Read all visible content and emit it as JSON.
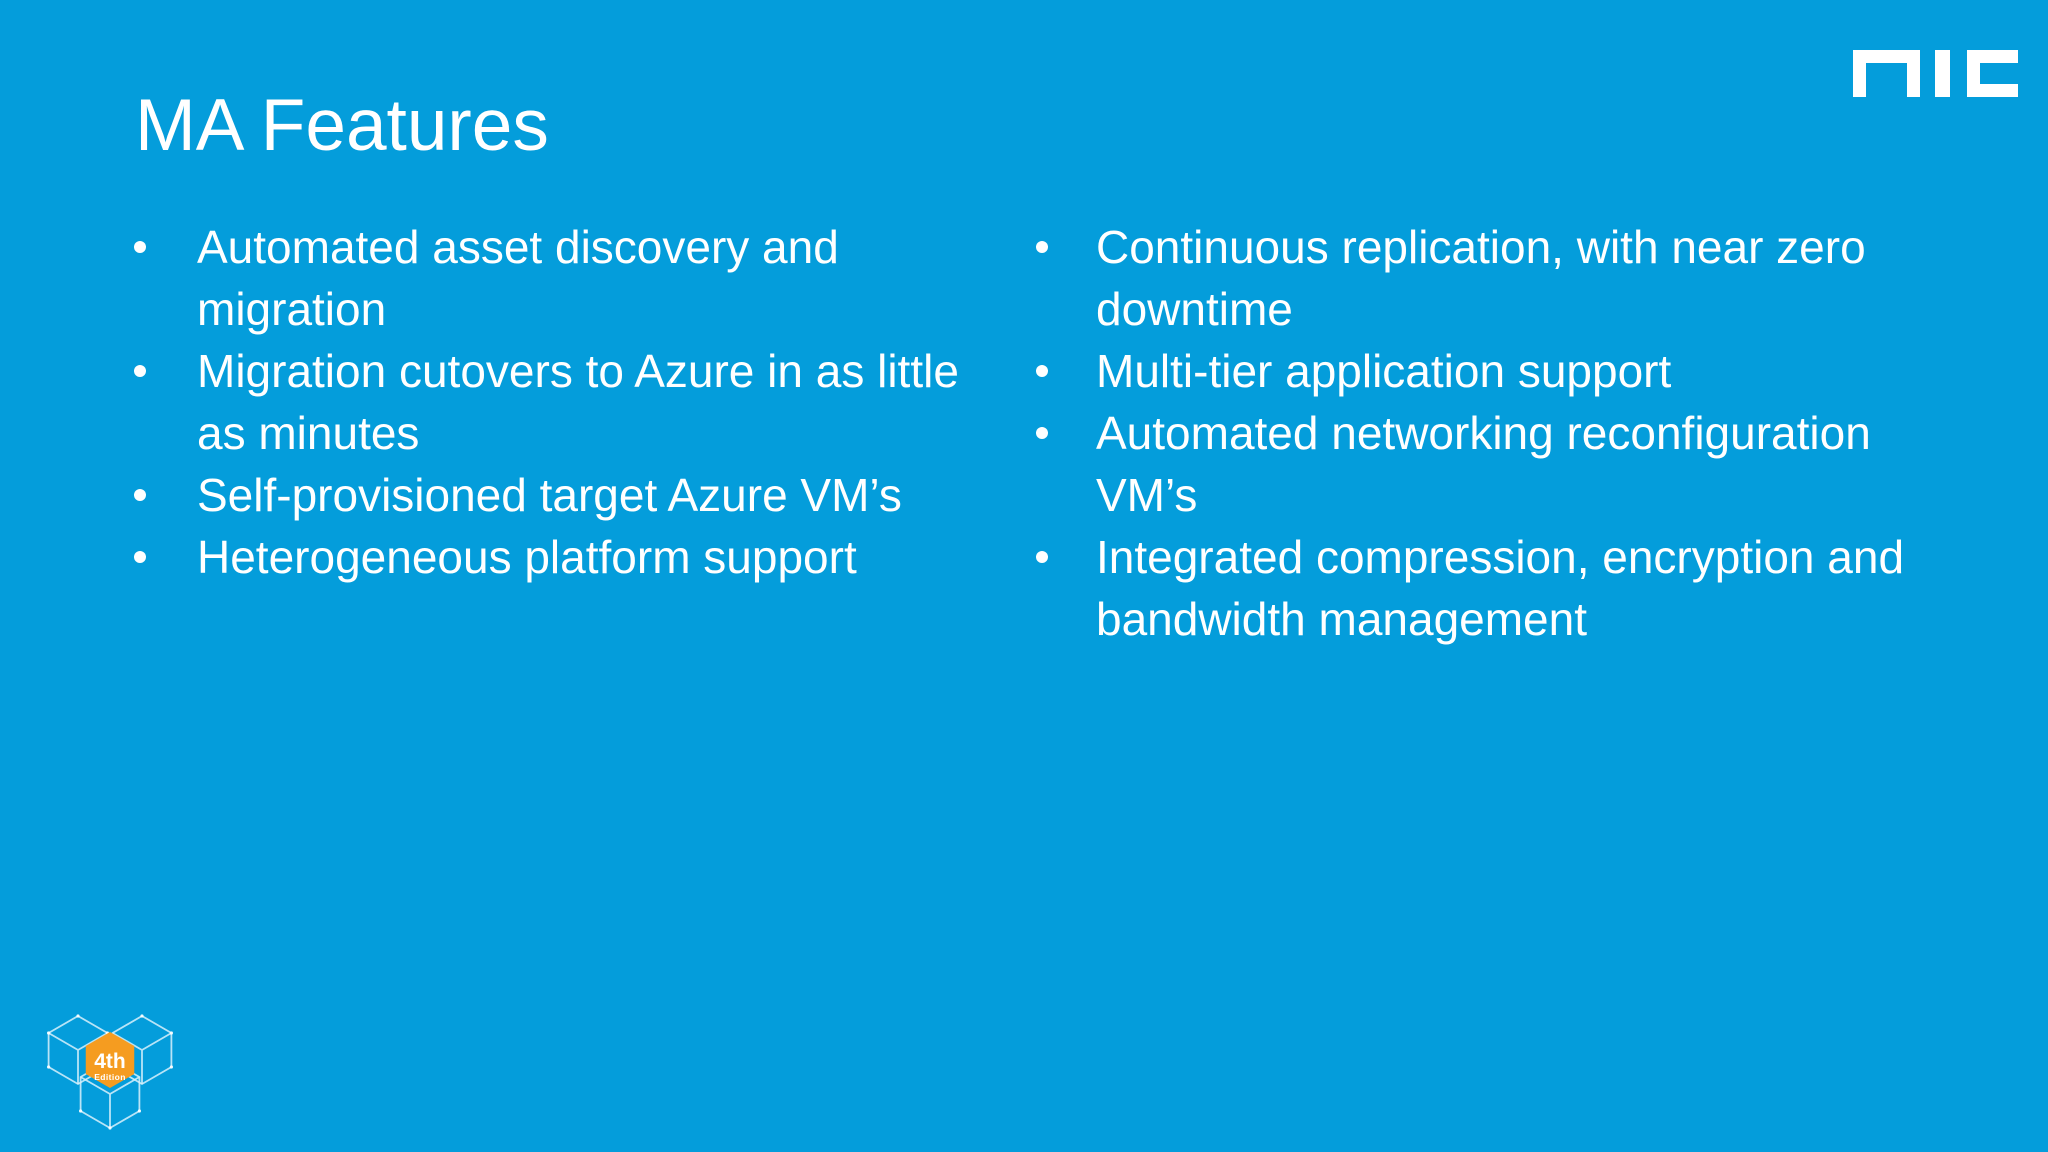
{
  "slide": {
    "title": "MA Features",
    "columns": [
      {
        "side": "left",
        "items": [
          {
            "lines": [
              "Automated asset discovery and",
              "migration"
            ]
          },
          {
            "lines": [
              "Migration cutovers to Azure in as little",
              "as minutes"
            ]
          },
          {
            "lines": [
              "Self-provisioned target Azure VM’s"
            ]
          },
          {
            "lines": [
              "Heterogeneous platform support"
            ]
          }
        ]
      },
      {
        "side": "right",
        "items": [
          {
            "lines": [
              "Continuous replication, with near zero",
              "downtime"
            ]
          },
          {
            "lines": [
              "Multi-tier application support"
            ]
          },
          {
            "lines": [
              "Automated networking reconfiguration",
              "VM’s"
            ]
          },
          {
            "lines": [
              "Integrated compression, encryption and",
              "bandwidth management"
            ]
          }
        ]
      }
    ]
  },
  "logos": {
    "nic_logo_text": "nic",
    "edition_badge": {
      "line1": "4th",
      "line2": "Edition"
    }
  },
  "colors": {
    "background": "#049DDB",
    "text": "#FFFFFF",
    "badge_orange": "#F59C20",
    "cube_wireframe": "#D8F1FB"
  }
}
